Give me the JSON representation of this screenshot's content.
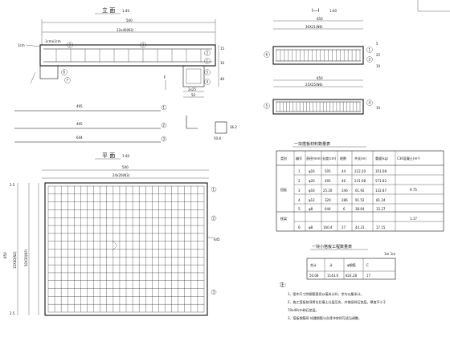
{
  "elevation": {
    "title": "立  面",
    "scale": "1:40",
    "dim_total": "500",
    "dim_spacing": "12x40(N3)",
    "cover_note_left": "1cm",
    "cover_note_mid": "1cmx1cm",
    "side_dims": [
      "15",
      "10",
      "40"
    ],
    "bottom_dim": "2x25",
    "bottom_dim2": "50",
    "section_mark": "I"
  },
  "rebars": {
    "bar1": {
      "len": "495",
      "tag": "1"
    },
    "bar2": {
      "len": "495",
      "tag": "2"
    },
    "bar3": {
      "len": "644",
      "tag": "3"
    },
    "stirrup_dims": [
      "36.2",
      "50.8"
    ]
  },
  "section": {
    "title": "I—I",
    "scale": "1:40",
    "dim_top": "650",
    "dim_spacing_top": "30X21(N6)",
    "dim_mid": "650",
    "dim_spacing_mid": "25X25(N6)",
    "side_dims": [
      "5",
      "25",
      "10",
      "10"
    ]
  },
  "plan": {
    "title": "平  面",
    "scale": "1:40",
    "dim_total": "500",
    "dim_spacing": "24x20(N3)",
    "left_dims": [
      "650",
      "15X40(N2)",
      "50X30(N?)",
      "2.5",
      "2.5"
    ],
    "right_tag": "645"
  },
  "material_table": {
    "title": "一块搭板材料数量表",
    "headers": [
      "类别",
      "编号",
      "直径(mm)",
      "长度(cm)",
      "根数",
      "共长(m)",
      "重量(kg)",
      "C30混凝土(m³)"
    ],
    "rows": [
      [
        "",
        "1",
        "φ16",
        "505",
        "44",
        "222.20",
        "351.08",
        ""
      ],
      [
        "",
        "2",
        "φ20",
        "495",
        "46",
        "231.08",
        "571.82",
        ""
      ],
      [
        "",
        "3",
        "φ16",
        "25.20",
        "246",
        "61.92",
        "132.87",
        ""
      ],
      [
        "",
        "4",
        "φ12",
        "320",
        "286",
        "91.52",
        "81.24",
        ""
      ],
      [
        "",
        "5",
        "φ8",
        "644",
        "6",
        "38.64",
        "15.27",
        ""
      ],
      [
        "",
        "6",
        "φ8",
        "160.4",
        "27",
        "43.31",
        "17.15",
        ""
      ]
    ],
    "group_labels": [
      "搭板",
      "枕梁"
    ],
    "concrete_values": [
      "9.75",
      "1.17"
    ]
  },
  "small_table": {
    "title": "一块小搭板工程数量表",
    "unit": "1m 1m",
    "headers": [
      "合计",
      "计",
      "φ钢筋",
      "C"
    ],
    "row": [
      "50.08",
      "1143.6",
      "824.28",
      "17"
    ]
  },
  "notes": {
    "heading": "注:",
    "lines": [
      "1、图中尺寸除钢筋直径以毫米计外，余均以厘米计。",
      "2、施工搭板前须将台后填土分层压实，并铺设碎石垫层，厚度不小于",
      "   70x40cm碎石垫层。",
      "3、搭板钢筋网    如遇钢筋与台背冲突时可适当调整。"
    ]
  }
}
